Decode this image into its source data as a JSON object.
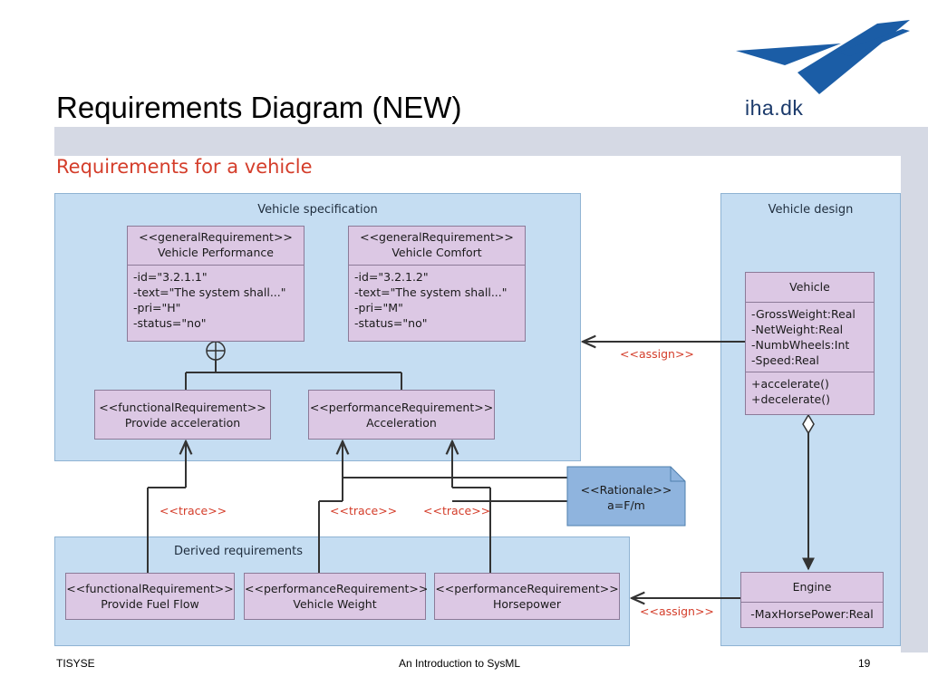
{
  "slide": {
    "title": "Requirements Diagram (NEW)",
    "logo_text": "iha.dk",
    "footer_left": "TISYSE",
    "footer_center": "An Introduction to SysML",
    "page_number": "19"
  },
  "diagram": {
    "title": "Requirements for a vehicle",
    "packages": {
      "spec": "Vehicle specification",
      "design": "Vehicle design",
      "derived": "Derived requirements"
    },
    "blocks": {
      "vehicle_performance": {
        "stereotype": "<<generalRequirement>>",
        "name": "Vehicle Performance",
        "attrs": [
          "-id=\"3.2.1.1\"",
          "-text=\"The system shall...\"",
          "-pri=\"H\"",
          "-status=\"no\""
        ]
      },
      "vehicle_comfort": {
        "stereotype": "<<generalRequirement>>",
        "name": "Vehicle Comfort",
        "attrs": [
          "-id=\"3.2.1.2\"",
          "-text=\"The system shall...\"",
          "-pri=\"M\"",
          "-status=\"no\""
        ]
      },
      "provide_acceleration": {
        "stereotype": "<<functionalRequirement>>",
        "name": "Provide acceleration"
      },
      "acceleration": {
        "stereotype": "<<performanceRequirement>>",
        "name": "Acceleration"
      },
      "vehicle": {
        "name": "Vehicle",
        "attrs": [
          "-GrossWeight:Real",
          "-NetWeight:Real",
          "-NumbWheels:Int",
          "-Speed:Real"
        ],
        "ops": [
          "+accelerate()",
          "+decelerate()"
        ]
      },
      "provide_fuel_flow": {
        "stereotype": "<<functionalRequirement>>",
        "name": "Provide Fuel Flow"
      },
      "vehicle_weight": {
        "stereotype": "<<performanceRequirement>>",
        "name": "Vehicle Weight"
      },
      "horsepower": {
        "stereotype": "<<performanceRequirement>>",
        "name": "Horsepower"
      },
      "engine": {
        "name": "Engine",
        "attrs": [
          "-MaxHorsePower:Real"
        ]
      }
    },
    "rationale": {
      "stereotype": "<<Rationale>>",
      "text": "a=F/m"
    },
    "labels": {
      "assign": "<<assign>>",
      "trace": "<<trace>>"
    },
    "colors": {
      "package_fill": "#c5ddf2",
      "block_fill": "#dcc8e4",
      "note_fill": "#8fb4de",
      "label_red": "#d43d2a"
    }
  }
}
